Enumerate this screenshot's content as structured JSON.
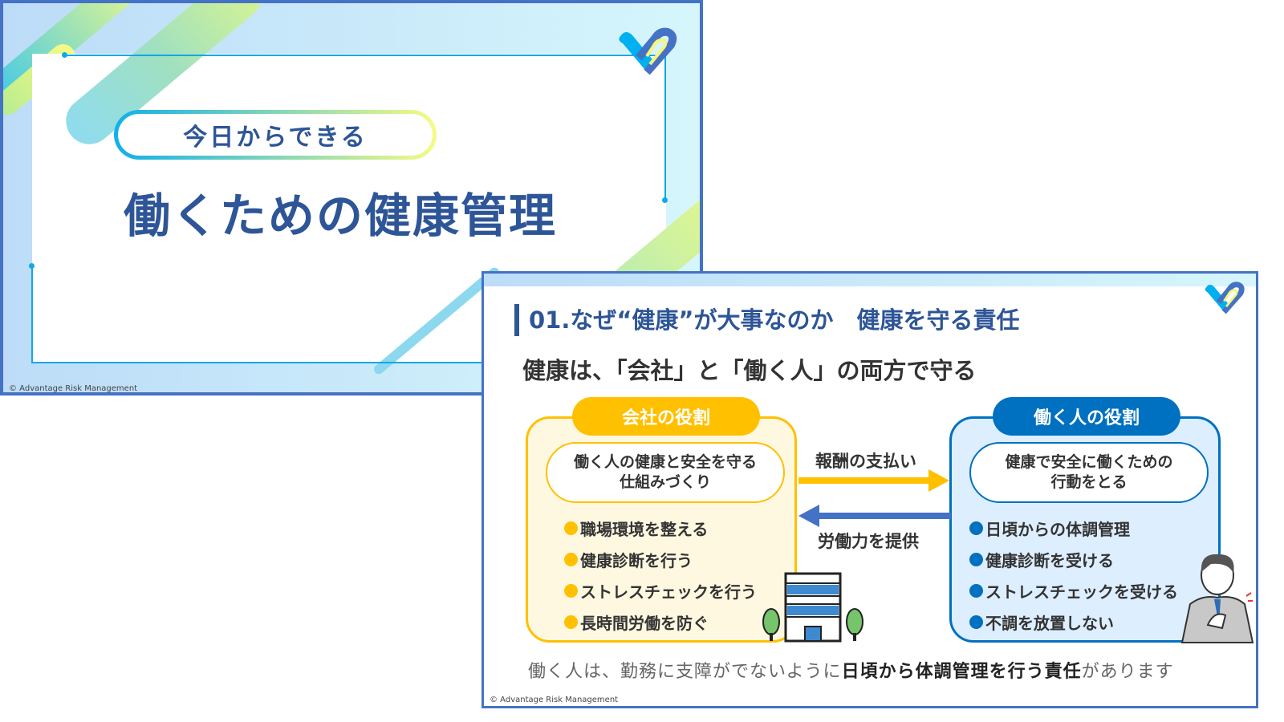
{
  "slide1": {
    "pill": "今日からできる",
    "title": "働くための健康管理",
    "copyright": "© Advantage Risk Management"
  },
  "slide2": {
    "heading": "01.なぜ“健康”が大事なのか　健康を守る責任",
    "subheading": "健康は、「会社」と「働く人」の両方で守る",
    "company": {
      "header": "会社の役割",
      "summary_line1": "働く人の健康と安全を守る",
      "summary_line2": "仕組みづくり",
      "items": [
        "職場環境を整える",
        "健康診断を行う",
        "ストレスチェックを行う",
        "長時間労働を防ぐ"
      ]
    },
    "worker": {
      "header": "働く人の役割",
      "summary_line1": "健康で安全に働くための",
      "summary_line2": "行動をとる",
      "items": [
        "日頃からの体調管理",
        "健康診断を受ける",
        "ストレスチェックを受ける",
        "不調を放置しない"
      ]
    },
    "arrow_top_label": "報酬の支払い",
    "arrow_bottom_label": "労働力を提供",
    "footer_pre": "働く人は、勤務に支障がでないように",
    "footer_bold": "日頃から体調管理を行う責任",
    "footer_post": "があります",
    "copyright": "© Advantage Risk Management"
  },
  "colors": {
    "brand": "#2d5597",
    "company": "#ffc000",
    "worker": "#0070c0",
    "border": "#4472c4"
  }
}
